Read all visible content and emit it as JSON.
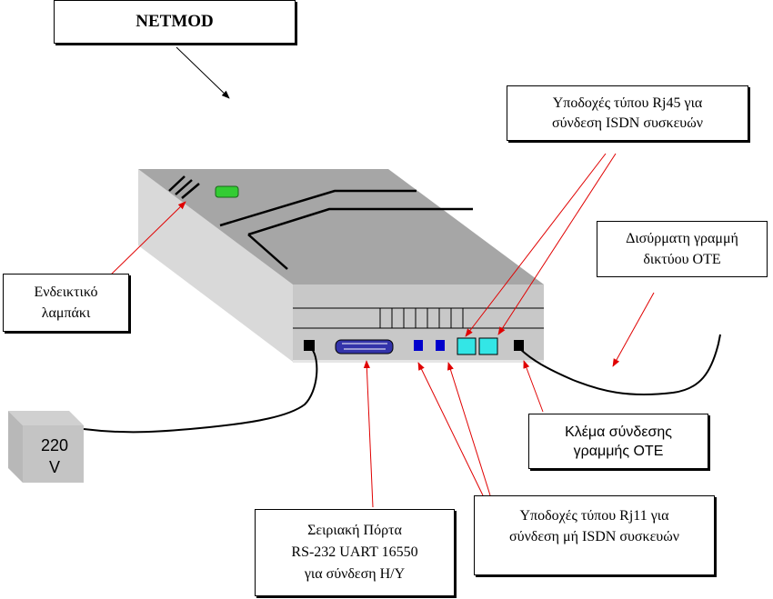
{
  "title": "NETMOD",
  "labels": {
    "rj45": [
      "Υποδοχές τύπου Rj45 για",
      "σύνδεση ISDN συσκευών"
    ],
    "line": [
      "Δισύρματη γραμμή",
      "δικτύου ΟΤΕ"
    ],
    "lamp": [
      "Ενδεικτικό",
      "λαμπάκι"
    ],
    "cable": [
      "Κλέμα σύνδεσης",
      "γραμμής ΟΤΕ"
    ],
    "rj11": [
      "Υποδοχές τύπου Rj11 για",
      "σύνδεση μή ISDN συσκευών"
    ],
    "serial": [
      "Σειριακή Πόρτα",
      "RS-232 UART 16550",
      "για σύνδεση Η/Υ"
    ]
  },
  "power": [
    "220",
    "V"
  ],
  "colors": {
    "top": "#a6a6a6",
    "side": "#d9d9d9",
    "front": "#c8c8c8",
    "led": "#33cc33",
    "rj45_port": "#33e6e6",
    "rj11_port": "#0000cc",
    "serial_port": "#3333aa",
    "arrow": "#e00000"
  }
}
